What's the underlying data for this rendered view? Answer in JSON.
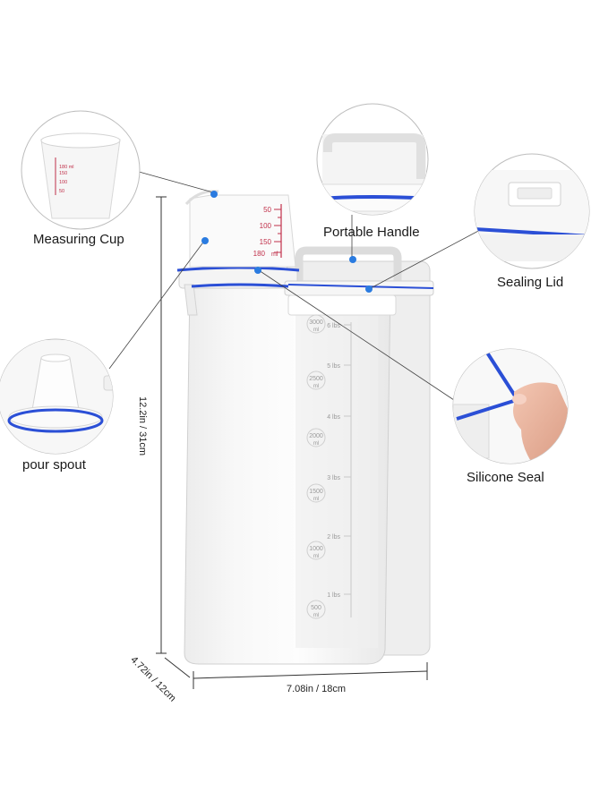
{
  "callouts": {
    "measuring_cup": "Measuring Cup",
    "portable_handle": "Portable Handle",
    "sealing_lid": "Sealing Lid",
    "pour_spout": "pour spout",
    "silicone_seal": "Silicone Seal"
  },
  "dimensions": {
    "height": "12.2in / 31cm",
    "depth": "4.72in / 12cm",
    "width": "7.08in / 18cm"
  },
  "cup_scale": {
    "large": [
      "50",
      "100",
      "150",
      "180"
    ],
    "unit": "ml",
    "small": [
      "180 ml",
      "150",
      "100",
      "50"
    ]
  },
  "container_scale": {
    "lbs": [
      "6 lbs",
      "5 lbs",
      "4 lbs",
      "3 lbs",
      "2 lbs",
      "1 lbs"
    ],
    "ml": [
      "3000",
      "2500",
      "2000",
      "1500",
      "1000",
      "500"
    ],
    "unit": "ml"
  },
  "colors": {
    "seal_blue": "#2b4fd6",
    "dot_blue": "#2a7be0",
    "cup_red": "#c0304a"
  }
}
